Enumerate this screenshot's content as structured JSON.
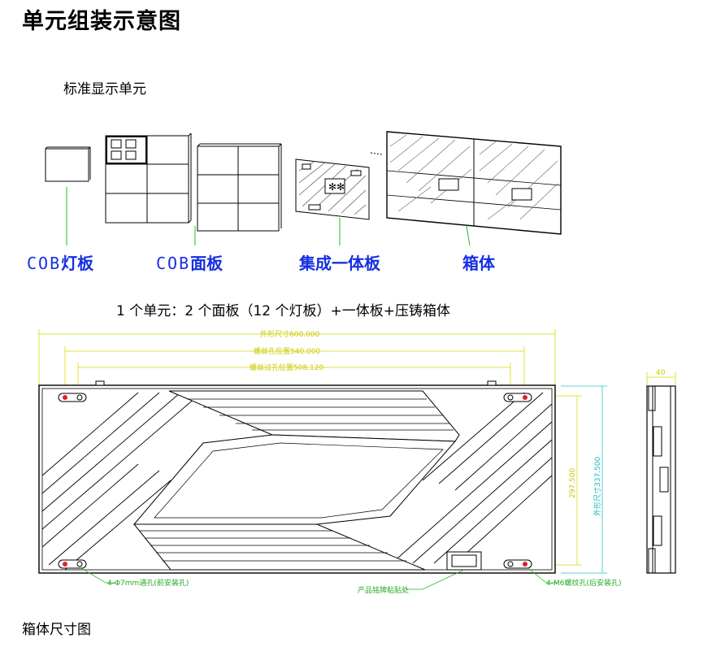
{
  "page": {
    "title": "单元组装示意图",
    "subtitle": "标准显示单元",
    "formula": "1 个单元：2 个面板（12 个灯板）+一体板+压铸箱体",
    "cabinet_caption": "箱体尺寸图"
  },
  "parts": [
    {
      "latin": "COB",
      "cjk": "灯板"
    },
    {
      "latin": "COB",
      "cjk": "面板"
    },
    {
      "latin": "",
      "cjk": "集成一体板"
    },
    {
      "latin": "",
      "cjk": "箱体"
    }
  ],
  "dimensions": {
    "overall_width": "外形尺寸600.000",
    "screw_hole_position": "螺丝孔位置540.000",
    "through_hole_position": "螺丝过孔位置508.120",
    "inner_height": "297.500",
    "overall_height": "外形尺寸337.500",
    "depth": "40",
    "front_holes": "4-Φ7mm通孔(前安装孔)",
    "nameplate": "产品铭牌粘贴处",
    "rear_holes": "4-M6螺纹孔(后安装孔)"
  },
  "colors": {
    "label_blue": "#1530e0",
    "dim_yellow": "#d8d800",
    "dim_cyan": "#20c8c8",
    "leader_green": "#22bb22",
    "hole_red": "#dd2222"
  }
}
